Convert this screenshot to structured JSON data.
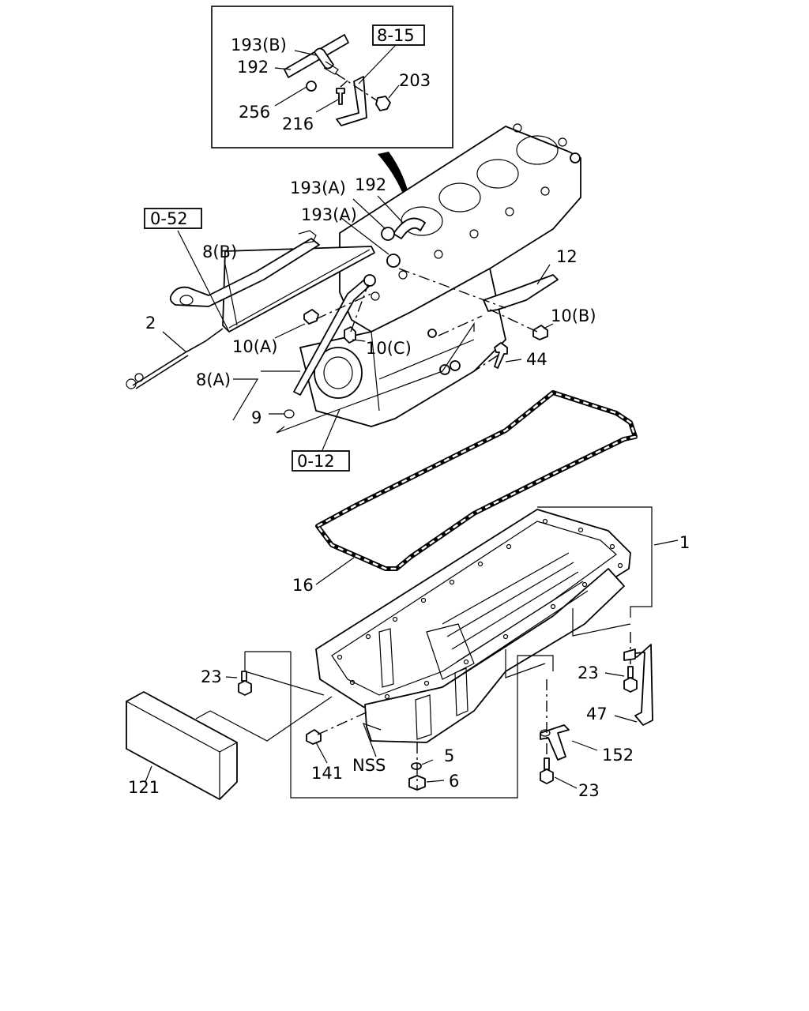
{
  "labels": {
    "l193B": "193(B)",
    "l192_inset": "192",
    "l256": "256",
    "l216": "216",
    "l203": "203",
    "ref815": "8-15",
    "ref052": "0-52",
    "ref012": "0-12",
    "l193A_1": "193(A)",
    "l192_main": "192",
    "l193A_2": "193(A)",
    "l8B": "8(B)",
    "l12": "12",
    "l10B": "10(B)",
    "l2": "2",
    "l10A": "10(A)",
    "l10C": "10(C)",
    "l44": "44",
    "l8A": "8(A)",
    "l9": "9",
    "l1": "1",
    "l16": "16",
    "l23_left": "23",
    "l23_right": "23",
    "l23_bottom": "23",
    "l47": "47",
    "l152": "152",
    "l5": "5",
    "l6": "6",
    "l141": "141",
    "lNSS": "NSS",
    "l121": "121"
  }
}
